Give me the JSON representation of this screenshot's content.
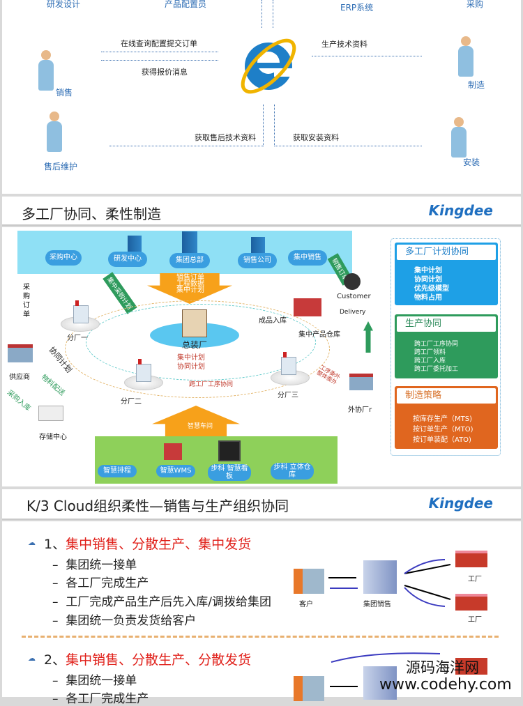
{
  "slide1": {
    "top_labels": [
      "研发设计",
      "产品配置员",
      "ERP系统",
      "采购"
    ],
    "nodes": {
      "sales": "销售",
      "manufacture": "制造",
      "after_sales": "售后维护",
      "install": "安装"
    },
    "arrows": {
      "query_order": "在线查询配置提交订单",
      "quote": "获得报价消息",
      "prod_tech": "生产技术资料",
      "after_tech": "获取售后技术资料",
      "install_doc": "获取安装资料"
    },
    "center_icon": "internet-explorer-icon"
  },
  "slide2": {
    "title": "多工厂协同、柔性制造",
    "logo": "Kingdee",
    "top_band": [
      "采购中心",
      "研发中心",
      "集团总部",
      "销售公司",
      "集中销售"
    ],
    "down_arrow_text": [
      "销售订单",
      "工程数据",
      "集中计划"
    ],
    "green_arrow_left": "集中采购计划",
    "green_arrow_right": "销售订单",
    "purchase_order": "采购订单",
    "customer": "Customer",
    "delivery": "Delivery",
    "center": "总装厂",
    "center_plan": [
      "集中计划",
      "协同计划"
    ],
    "factories": [
      "分厂一",
      "分厂二",
      "分厂三"
    ],
    "finished_in": "成品入库",
    "central_warehouse": "集中产品仓库",
    "supplier": "供应商",
    "storage": "存储中心",
    "outsource": "外协厂r",
    "collab_plan": "协同计划",
    "material_dist": "物料配送",
    "purchase_in": "采购入库",
    "cross_process": "跨工厂工序协同",
    "outsource_label": [
      "工序委外",
      "整体委外"
    ],
    "smart_workshop": "智慧车间",
    "bottom_band": [
      "智慧排程",
      "智慧WMS",
      "步科 智慧看板",
      "步科 立体仓库"
    ],
    "panels": [
      {
        "title": "多工厂计划协同",
        "items": [
          "集中计划",
          "协同计划",
          "优先级模型",
          "物料占用"
        ],
        "color": "#1ea0e6"
      },
      {
        "title": "生产协同",
        "items": [
          "跨工厂工序协同",
          "跨工厂领料",
          "跨工厂入库",
          "跨工厂委托加工"
        ],
        "color": "#2e9b5c"
      },
      {
        "title": "制造策略",
        "items": [
          "按库存生产（MTS)",
          "按订单生产（MTO)",
          "按订单装配（ATO)"
        ],
        "color": "#e0661f"
      }
    ]
  },
  "slide3": {
    "title": "K/3 Cloud组织柔性—销售与生产组织协同",
    "logo": "Kingdee",
    "section1": {
      "num": "1、",
      "title": "集中销售、分散生产、集中发货",
      "items": [
        "集团统一接单",
        "各工厂完成生产",
        "工厂完成产品生产后先入库/调拨给集团",
        "集团统一负责发货给客户"
      ]
    },
    "diagram": {
      "customer": "客户",
      "group_sales": "集团销售",
      "factory": "工厂"
    },
    "section2": {
      "num": "2、",
      "title": "集中销售、分散生产、分散发货",
      "items": [
        "集团统一接单",
        "各工厂完成生产"
      ]
    }
  },
  "watermark": [
    "源码海洋网",
    "www.codehy.com"
  ]
}
